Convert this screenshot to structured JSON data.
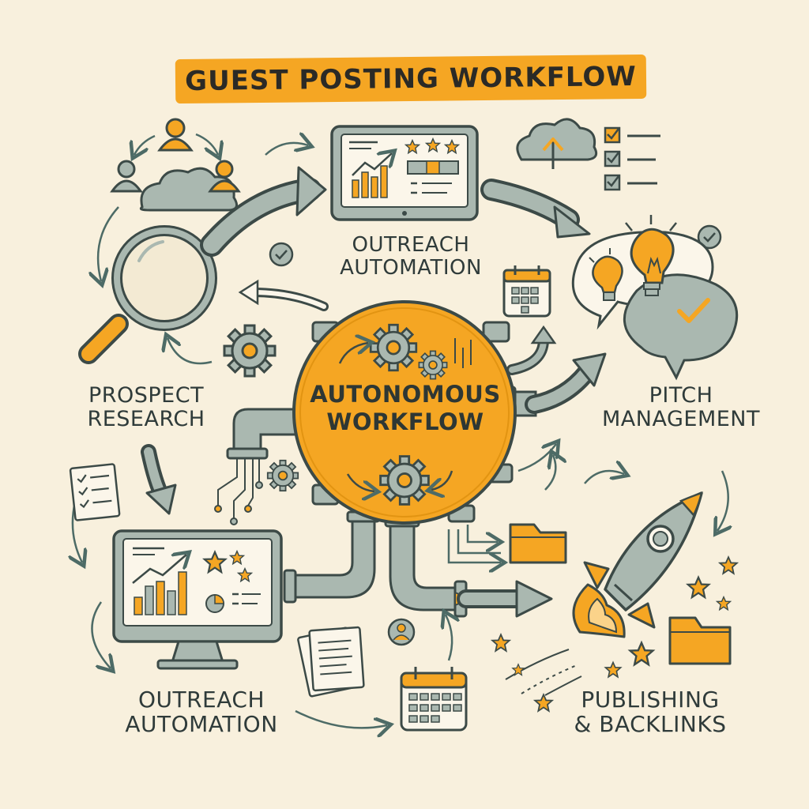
{
  "title": "GUEST POSTING WORKFLOW",
  "center": {
    "line1": "AUTONOMOUS",
    "line2": "WORKFLOW"
  },
  "stages": {
    "outreach_top": {
      "line1": "OUTREACH",
      "line2": "AUTOMATION"
    },
    "prospect": {
      "line1": "PROSPECT",
      "line2": "RESEARCH"
    },
    "pitch": {
      "line1": "PITCH",
      "line2": "MANAGEMENT"
    },
    "outreach_bottom": {
      "line1": "OUTREACH",
      "line2": "AUTOMATION"
    },
    "publishing": {
      "line1": "PUBLISHING",
      "line2": "& BACKLINKS"
    }
  },
  "colors": {
    "background": "#f8f0dd",
    "accent_orange": "#f5a623",
    "sage": "#aab8b0",
    "ink": "#2f3b3a"
  },
  "icons": [
    "people-cloud-icon",
    "magnifier-icon",
    "monitor-chart-icon",
    "cloud-upload-icon",
    "checklist-icon",
    "lightbulb-icon",
    "speech-bubble-icon",
    "calendar-icon",
    "gear-icon",
    "pipe-icon",
    "rocket-icon",
    "folder-icon",
    "document-icon",
    "user-circle-icon",
    "star-icon",
    "check-circle-icon",
    "arrow-icon"
  ]
}
